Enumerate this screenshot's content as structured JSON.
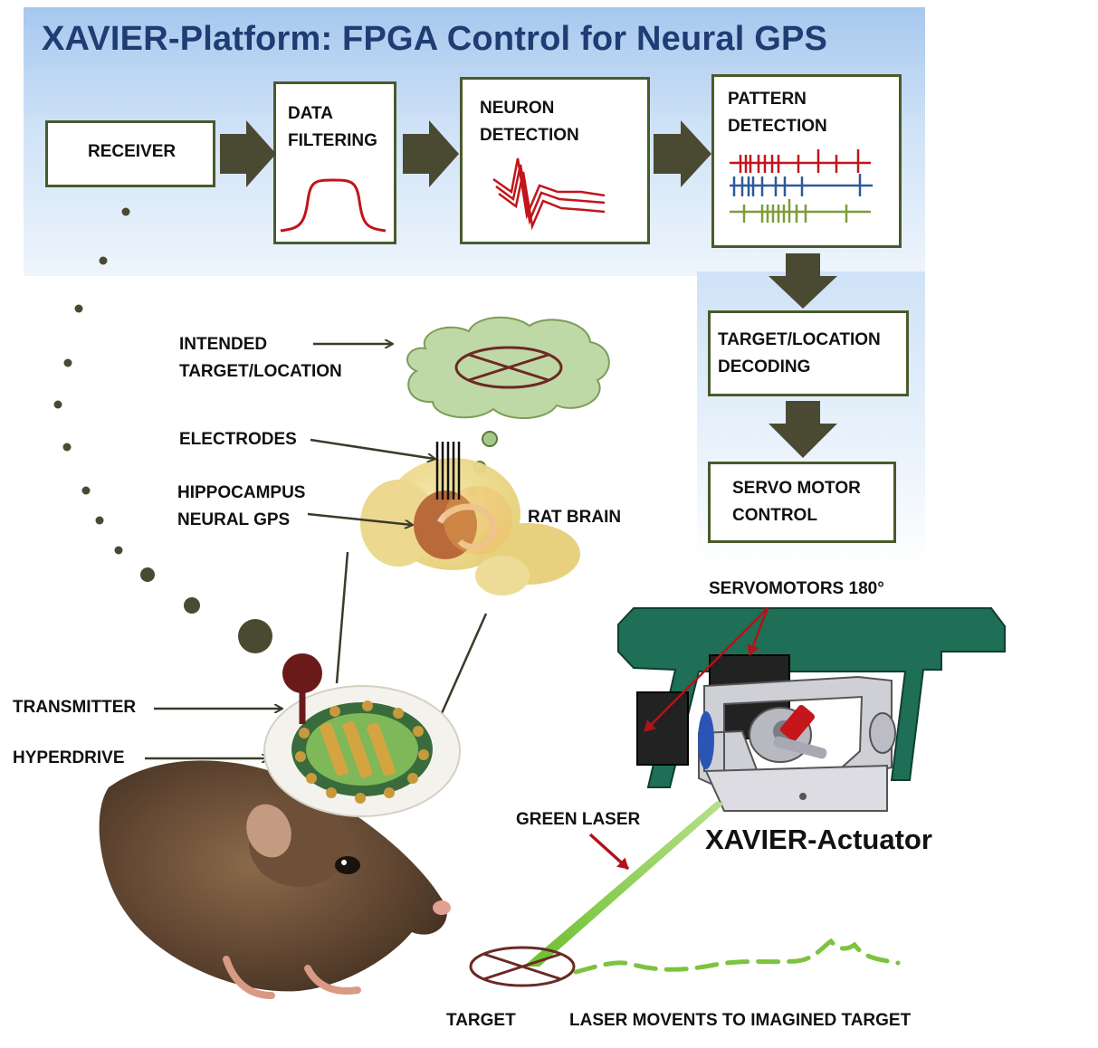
{
  "title": "XAVIER-Platform: FPGA Control for Neural GPS",
  "pipeline": {
    "receiver": "RECEIVER",
    "data_filtering": [
      "DATA",
      "FILTERING"
    ],
    "neuron_detection": [
      "NEURON",
      "DETECTION"
    ],
    "pattern_detection": [
      "PATTERN",
      "DETECTION"
    ],
    "target_decoding": [
      "TARGET/LOCATION",
      "DECODING"
    ],
    "servo_control": [
      "SERVO MOTOR",
      "CONTROL"
    ]
  },
  "labels": {
    "intended": [
      "INTENDED",
      "TARGET/LOCATION"
    ],
    "electrodes": "ELECTRODES",
    "hippocampus": [
      "HIPPOCAMPUS",
      "NEURAL GPS"
    ],
    "rat_brain": "RAT BRAIN",
    "transmitter": "TRANSMITTER",
    "hyperdrive": "HYPERDRIVE",
    "servomotors": "SERVOMOTORS 180°",
    "green_laser": "GREEN LASER",
    "actuator": "XAVIER-Actuator",
    "target": "TARGET",
    "laser_movements": "LASER MOVENTS TO IMAGINED TARGET"
  },
  "colors": {
    "title": "#1f3c73",
    "box_border": "#4a5a2c",
    "flow_arrow": "#4a4a32",
    "signal_red": "#c0161b",
    "raster_red": "#c0161b",
    "raster_blue": "#2c5a9a",
    "raster_green": "#7e9c3a",
    "cloud": "#bfd9a6",
    "laser": "#7ec23f",
    "actuator_frame": "#1f6e56"
  }
}
